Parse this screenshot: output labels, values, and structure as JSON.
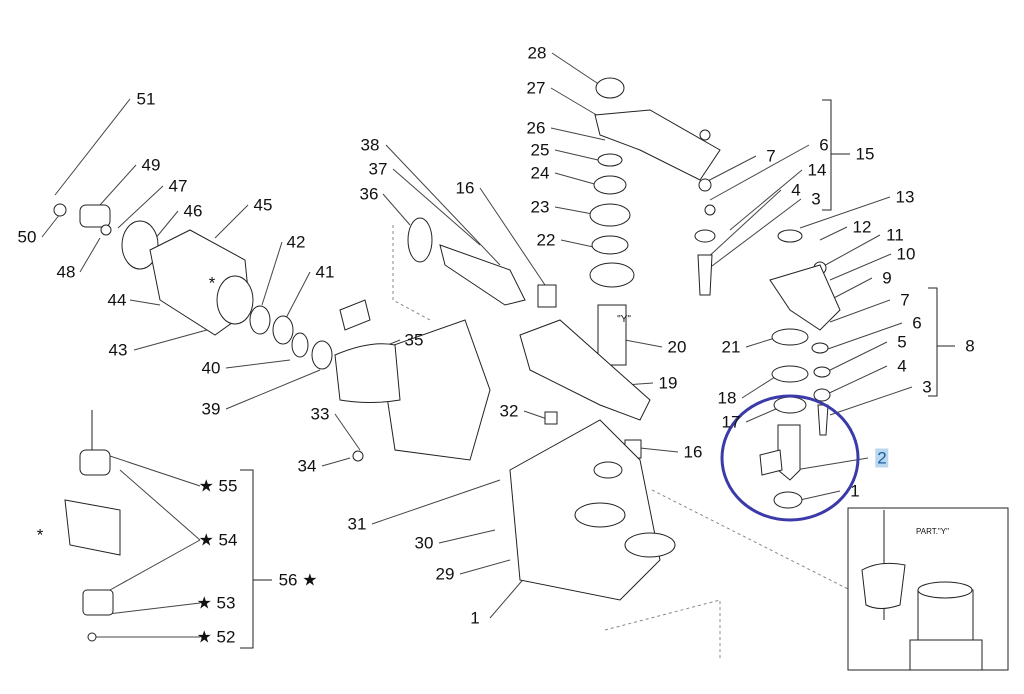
{
  "diagram": {
    "labels": [
      "51",
      "49",
      "47",
      "46",
      "45",
      "50",
      "48",
      "44",
      "43",
      "42",
      "41",
      "40",
      "39",
      "35",
      "38",
      "37",
      "36",
      "16",
      "28",
      "27",
      "26",
      "25",
      "24",
      "23",
      "22",
      "20",
      "19",
      "32",
      "33",
      "34",
      "16",
      "31",
      "30",
      "29",
      "1",
      "7",
      "6",
      "14",
      "4",
      "3",
      "15",
      "13",
      "12",
      "11",
      "10",
      "9",
      "7",
      "6",
      "5",
      "8",
      "4",
      "3",
      "21",
      "18",
      "17",
      "2",
      "1",
      "★ 55",
      "★ 54",
      "★ 53",
      "★ 52",
      "56 ★",
      "*",
      "*",
      "\"Y\""
    ],
    "highlighted_label": "2",
    "inset_title": "PART.\"Y\"",
    "highlight_color": "#3a3aa8"
  }
}
